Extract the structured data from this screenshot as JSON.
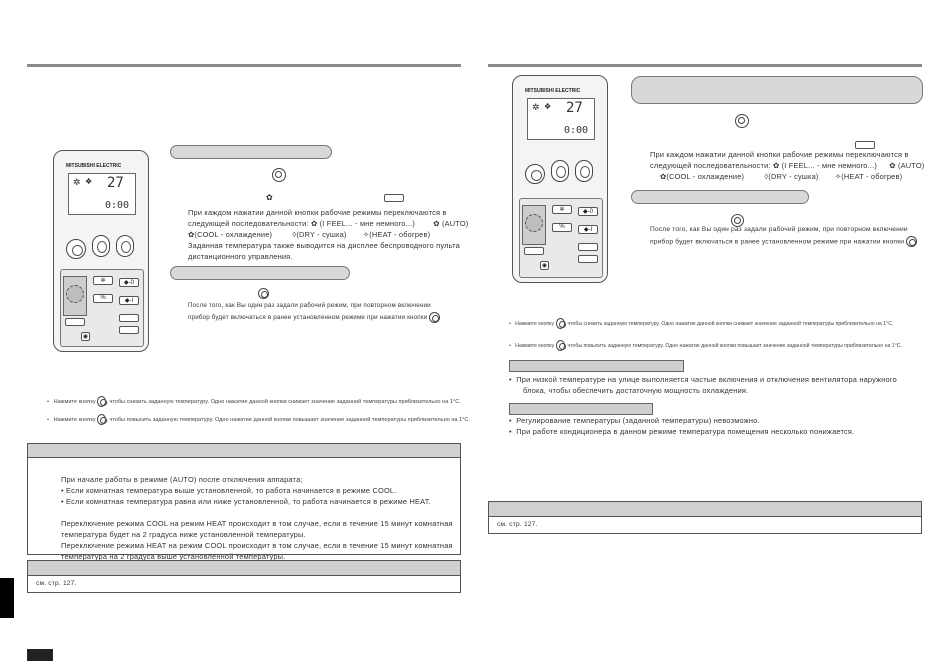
{
  "remote": {
    "brand": "MITSUBISHI ELECTRIC",
    "temp": "27",
    "time": "0:00"
  },
  "left": {
    "steps": {
      "line1_suffix": "При каждом нажатии данной кнопки рабочие режимы переключаются в",
      "line2": "следующей последовательности:",
      "ifeel": "(I FEEL... - мне немного...)",
      "auto": "(AUTO)",
      "cool": "(COOL - охлаждение)",
      "dry": "(DRY - сушка)",
      "heat": "(HEAT - обогрев)",
      "line4": "Заданная температура также выводится на дисплее беспроводного пульта",
      "line5": "дистанционного управления."
    },
    "resume": {
      "line1": "После того, как Вы один раз задали рабочий режим, при повторном включении",
      "line2": "прибор будет включаться в ранее установленном режиме при нажатии кнопки"
    },
    "notes": [
      {
        "pre": "Нажмите кнопку",
        "post": "чтобы снизить заданную температуру. Одно нажатие данной кнопки снижает значение заданной температуры приблизительно на 1°C."
      },
      {
        "pre": "Нажмите кнопку",
        "post": "чтобы повысить заданную температуру. Одно нажатие данной кнопки повышает значение заданной температуры приблизительно на 1°C."
      }
    ],
    "auto_box": {
      "lines": [
        "При начале работы в режиме (AUTO) после отключения аппарата;",
        "• Если комнатная температура выше установленной, то работа начинается в режиме COOL.",
        "• Если комнатная температура равна или ниже установленной, то работа начинается в режиме HEAT.",
        "",
        "Переключение режима COOL на режим HEAT происходит в том случае, если в течение 15 минут комнатная",
        "температура будет на 2 градуса ниже установленной температуры.",
        "Переключение режима HEAT на режим COOL происходит в том случае, если в течение 15 минут комнатная",
        "температура на 2 градуса выше установленной температуры."
      ]
    },
    "ref_box": {
      "text": "см. стр. 127."
    }
  },
  "right": {
    "steps": {
      "line1": "При каждом нажатии данной кнопки рабочие режимы переключаются в",
      "line2": "следующей последовательности:",
      "ifeel": "(I FEEL... - мне немного...)",
      "auto": "(AUTO)",
      "cool": "(COOL - охлаждение)",
      "dry": "(DRY - сушка)",
      "heat": "(HEAT - обогрев)"
    },
    "resume": {
      "line1": "После того, как Вы один раз задали рабочий режим, при повторном включении",
      "line2": "прибор будет включаться в ранее установленном режиме при нажатии кнопки"
    },
    "notes": [
      {
        "pre": "Нажмите кнопку",
        "post": "чтобы снизить заданную температуру. Одно нажатие данной кнопки снижает значение заданной температуры приблизительно на 1°C."
      },
      {
        "pre": "Нажмите кнопку",
        "post": "чтобы повысить заданную температуру. Одно нажатие данной кнопки повышает значение заданной температуры приблизительно на 1°C."
      }
    ],
    "cool_note": {
      "line1": "При низкой температуре на улице выполняется частые включения и отключения вентилятора наружного",
      "line2": "блока, чтобы обеспечить достаточную мощность охлаждения."
    },
    "dry_notes": [
      "Регулирование температуры (заданной температуры) невозможно.",
      "При работе кондиционера в данном режиме температура помещения несколько понижается."
    ],
    "ref_box": {
      "text": "см. стр. 127."
    }
  }
}
